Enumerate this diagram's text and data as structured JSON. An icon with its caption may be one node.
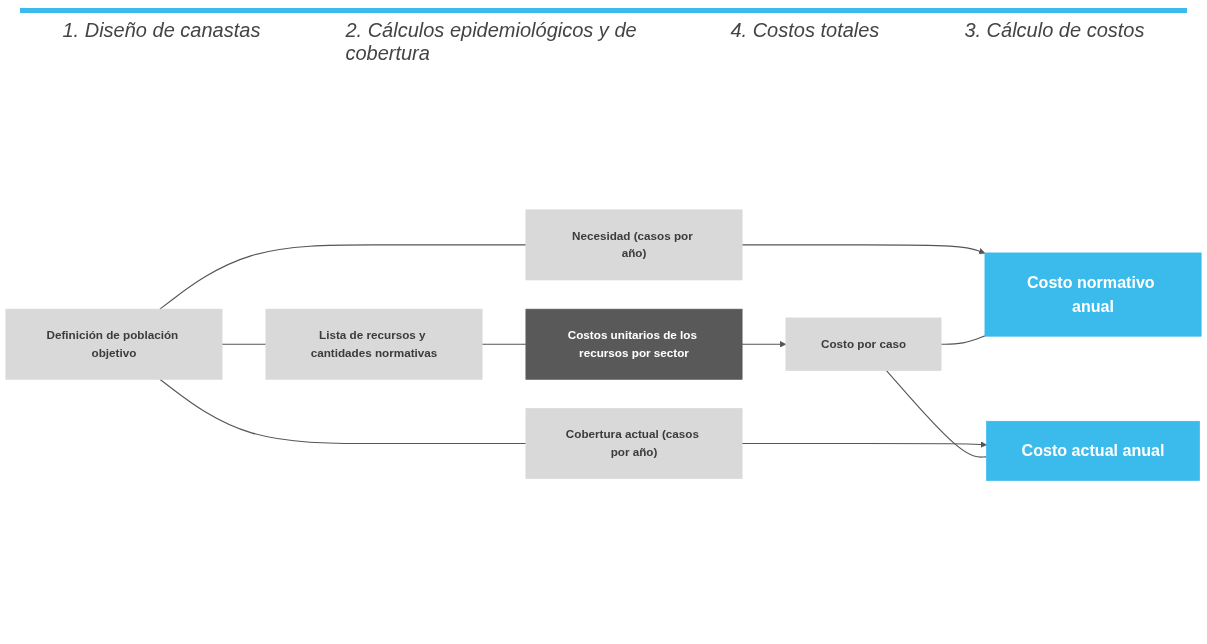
{
  "diagram": {
    "nodes": [
      {
        "text": [
          "Definición de población objetivo"
        ]
      },
      {
        "text": [
          "Necesidad (casos por año)"
        ]
      },
      {
        "text": [
          "Cobertura actual (casos por año)"
        ]
      },
      {
        "text": [
          "Costo normativo anual"
        ]
      },
      {
        "text": [
          "Costo actual anual"
        ]
      },
      {
        "text": [
          "Lista de recursos y cantidades normativas"
        ]
      },
      {
        "text": [
          "Costos unitarios de los recursos por sector"
        ]
      },
      {
        "text": [
          "Costo por caso"
        ]
      }
    ],
    "edges": [
      {
        "from": 0,
        "to": 1,
        "arrow": "none"
      },
      {
        "from": 0,
        "to": 2,
        "arrow": "none"
      },
      {
        "from": 1,
        "to": 3,
        "arrow": "to"
      },
      {
        "from": 2,
        "to": 4,
        "arrow": "to"
      },
      {
        "from": 0,
        "to": 5,
        "arrow": "none"
      },
      {
        "from": 5,
        "to": 6,
        "arrow": "none"
      },
      {
        "from": 6,
        "to": 7,
        "arrow": "to"
      },
      {
        "from": 7,
        "to": 3,
        "arrow": "none"
      },
      {
        "from": 7,
        "to": 4,
        "arrow": "none"
      }
    ],
    "labels": [
      "1. Diseño de canastas",
      "2. Cálculos epidemiológicos y de cobertura",
      "4. Costos totales",
      "3. Cálculo de costos"
    ]
  }
}
